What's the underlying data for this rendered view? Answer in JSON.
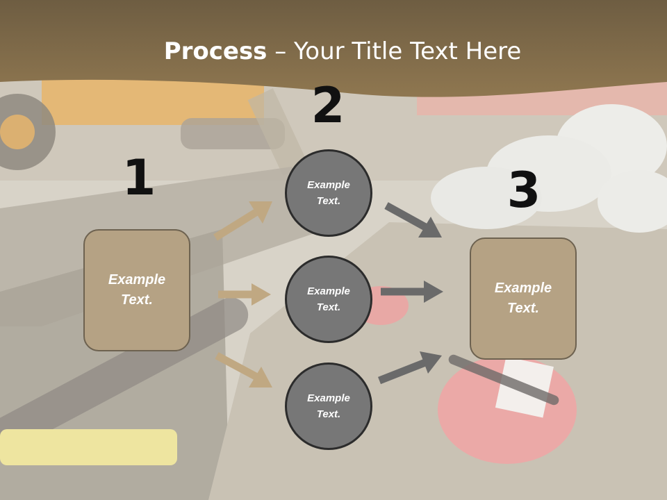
{
  "title": {
    "bold": "Process",
    "rest": " – Your Title Text Here"
  },
  "step_numbers": [
    "1",
    "2",
    "3"
  ],
  "left_box": {
    "line1": "Example",
    "line2": "Text."
  },
  "right_box": {
    "line1": "Example",
    "line2": "Text."
  },
  "circles": [
    {
      "line1": "Example",
      "line2": "Text."
    },
    {
      "line1": "Example",
      "line2": "Text."
    },
    {
      "line1": "Example",
      "line2": "Text."
    }
  ],
  "colors": {
    "title_band": "#7a6544",
    "box_fill": "#b5a284",
    "circle_fill": "#777777",
    "arrow_tan": "#c0a882",
    "arrow_gray": "#6a6a6a"
  }
}
